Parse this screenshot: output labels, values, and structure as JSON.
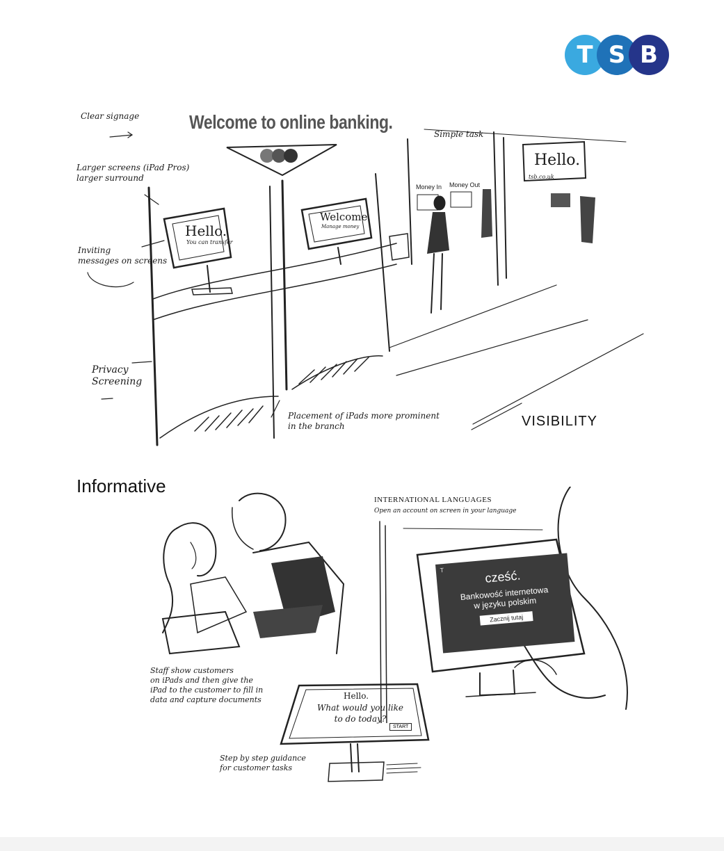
{
  "logo": {
    "letters": [
      "T",
      "S",
      "B"
    ],
    "colors": [
      "#3aa9e0",
      "#1f72b8",
      "#25358a"
    ]
  },
  "visibility_section": {
    "headline": "Welcome to online banking.",
    "labels": {
      "clear_signage": "Clear signage",
      "larger_screens": "Larger screens (iPad Pros)\nlarger surround",
      "inviting_messages": "Inviting\nmessages on screens",
      "privacy_screening": "Privacy\nScreening",
      "simple_task": "Simple task",
      "money_in": "Money In",
      "money_out": "Money Out",
      "placement": "Placement of iPads more prominent\nin the branch"
    },
    "screens": {
      "hello": "Hello.",
      "hello_sub": "You can transfer",
      "welcome": "Welcome.",
      "welcome_sub": "Manage money",
      "hello_wall": "Hello.",
      "hello_wall_sub": "tsb.co.uk"
    },
    "title": "VISIBILITY"
  },
  "informative_section": {
    "title": "Informative",
    "international_title": "INTERNATIONAL LANGUAGES",
    "international_sub": "Open an account on screen in your language",
    "staff_note": "Staff show customers\non iPads and then give the\niPad to the customer to fill in\ndata and capture documents",
    "kiosk_hello": "Hello.",
    "kiosk_question": "What would you like\nto do today?",
    "kiosk_start": "START",
    "step_note": "Step by step guidance\nfor customer tasks",
    "polish_screen": {
      "greeting": "cześć.",
      "line1": "Bankowość internetowa",
      "line2": "w języku polskim",
      "button": "Zacznij tutaj"
    }
  }
}
